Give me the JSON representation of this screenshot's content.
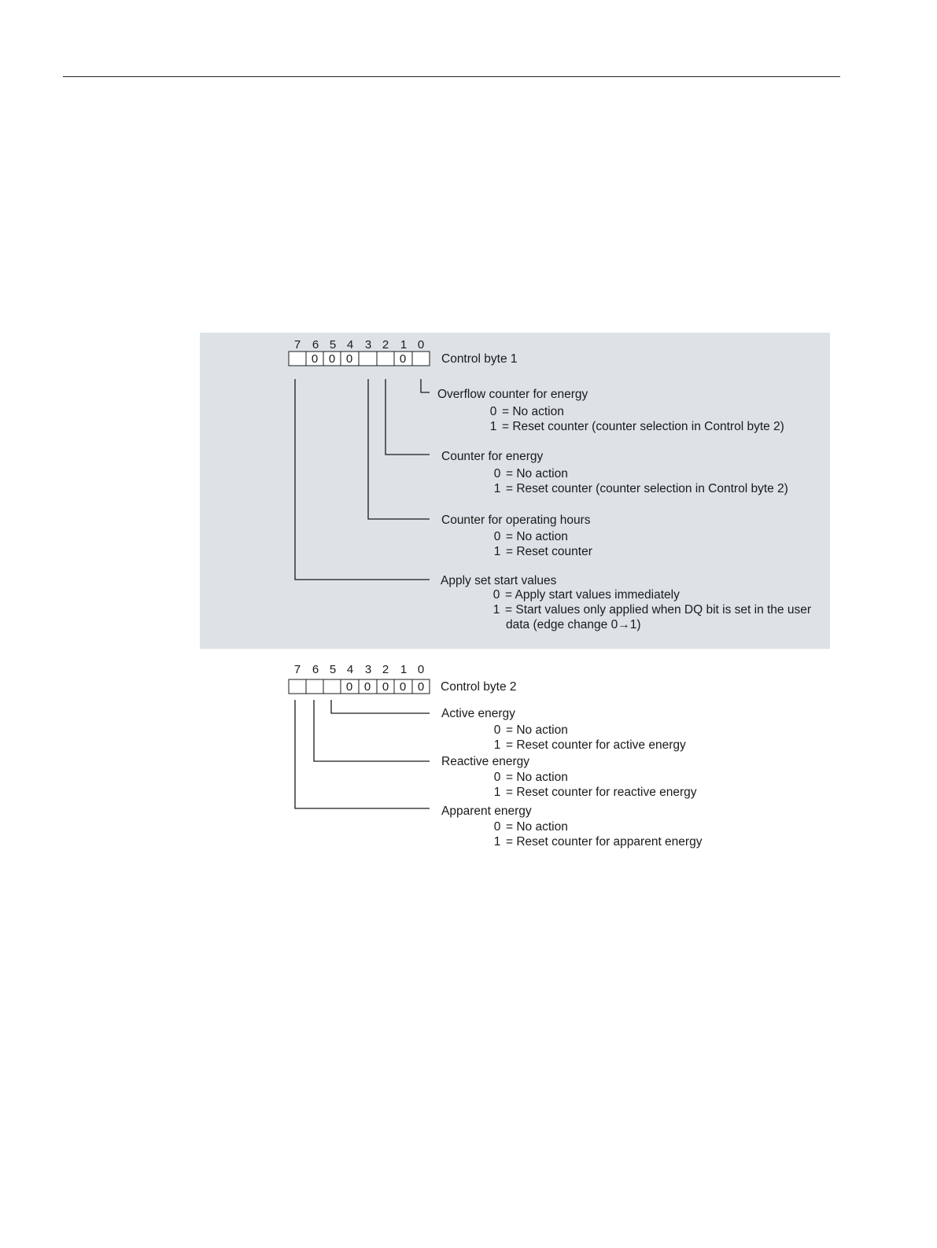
{
  "control_byte_1": {
    "title": "Control byte 1",
    "bit_labels": [
      "7",
      "6",
      "5",
      "4",
      "3",
      "2",
      "1",
      "0"
    ],
    "cells": [
      "",
      "0",
      "0",
      "0",
      "",
      "",
      "0",
      ""
    ],
    "descriptions": {
      "bit0": {
        "title": "Overflow counter for energy",
        "options": [
          {
            "code": "0",
            "text": "= No action"
          },
          {
            "code": "1",
            "text": "= Reset counter (counter selection in Control byte 2)"
          }
        ]
      },
      "bit2": {
        "title": "Counter for energy",
        "options": [
          {
            "code": "0",
            "text": "= No action"
          },
          {
            "code": "1",
            "text": "= Reset counter (counter selection in Control byte 2)"
          }
        ]
      },
      "bit3": {
        "title": "Counter for operating hours",
        "options": [
          {
            "code": "0",
            "text": "= No action"
          },
          {
            "code": "1",
            "text": "= Reset counter"
          }
        ]
      },
      "bit7": {
        "title": "Apply set start values",
        "options": [
          {
            "code": "0",
            "text": "= Apply start values immediately"
          },
          {
            "code": "1",
            "text": "= Start values only applied when DQ bit is set in the user"
          }
        ],
        "continuation": "data (edge change 0→1)"
      }
    }
  },
  "control_byte_2": {
    "title": "Control byte 2",
    "bit_labels": [
      "7",
      "6",
      "5",
      "4",
      "3",
      "2",
      "1",
      "0"
    ],
    "cells": [
      "",
      "",
      "",
      "0",
      "0",
      "0",
      "0",
      "0"
    ],
    "descriptions": {
      "bit5": {
        "title": "Active energy",
        "options": [
          {
            "code": "0",
            "text": "= No action"
          },
          {
            "code": "1",
            "text": "= Reset counter for active energy"
          }
        ]
      },
      "bit6": {
        "title": "Reactive energy",
        "options": [
          {
            "code": "0",
            "text": "= No action"
          },
          {
            "code": "1",
            "text": "= Reset counter for reactive energy"
          }
        ]
      },
      "bit7": {
        "title": "Apparent energy",
        "options": [
          {
            "code": "0",
            "text": "= No action"
          },
          {
            "code": "1",
            "text": "= Reset counter for apparent energy"
          }
        ]
      }
    }
  }
}
